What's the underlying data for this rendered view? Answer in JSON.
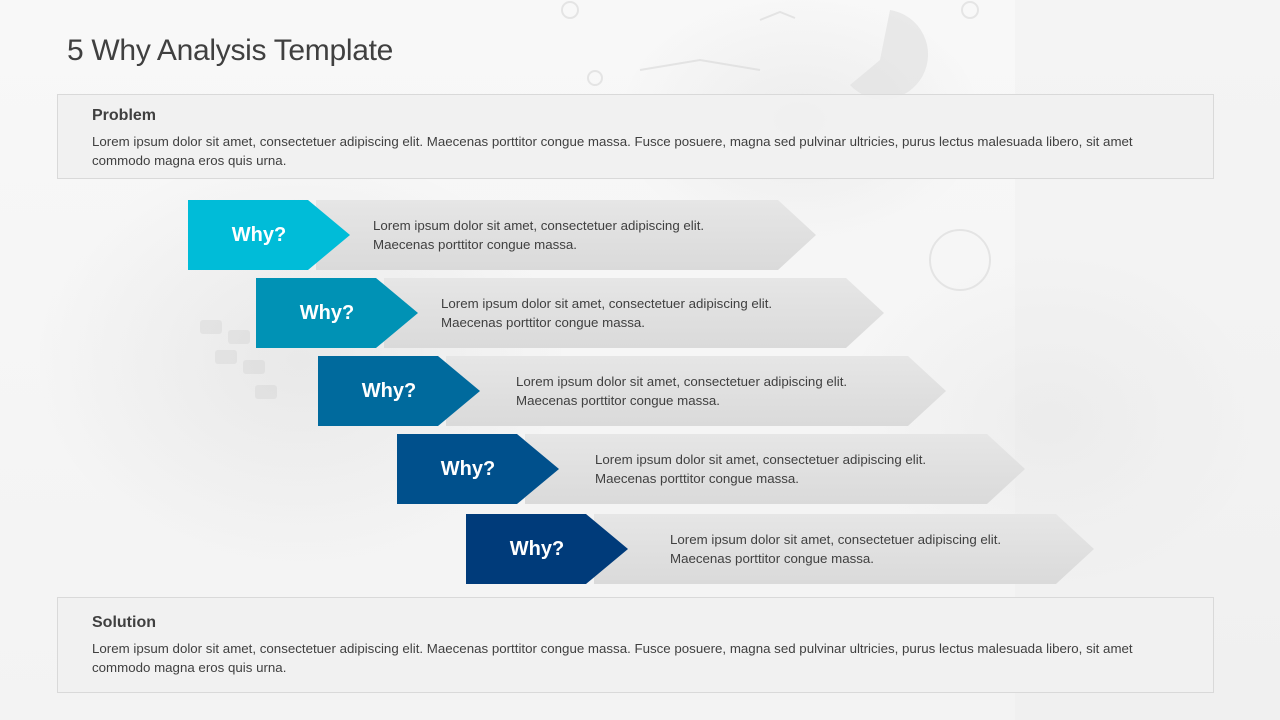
{
  "title": "5 Why Analysis Template",
  "problem": {
    "heading": "Problem",
    "text": "Lorem ipsum dolor sit amet, consectetuer adipiscing elit. Maecenas porttitor congue massa. Fusce posuere, magna sed pulvinar ultricies, purus lectus malesuada libero, sit amet commodo  magna eros quis urna."
  },
  "whys": [
    {
      "label": "Why?",
      "line1": "Lorem ipsum dolor sit amet, consectetuer adipiscing elit.",
      "line2": "Maecenas porttitor  congue massa.",
      "color": "#00bcd8"
    },
    {
      "label": "Why?",
      "line1": "Lorem ipsum dolor sit amet, consectetuer adipiscing elit.",
      "line2": "Maecenas porttitor  congue massa.",
      "color": "#0092b5"
    },
    {
      "label": "Why?",
      "line1": "Lorem ipsum dolor sit amet, consectetuer adipiscing elit.",
      "line2": "Maecenas porttitor  congue massa.",
      "color": "#006a9d"
    },
    {
      "label": "Why?",
      "line1": "Lorem ipsum dolor sit amet, consectetuer adipiscing elit.",
      "line2": "Maecenas porttitor  congue massa.",
      "color": "#00508c"
    },
    {
      "label": "Why?",
      "line1": "Lorem ipsum dolor sit amet, consectetuer adipiscing elit.",
      "line2": "Maecenas porttitor  congue massa.",
      "color": "#003b7a"
    }
  ],
  "solution": {
    "heading": "Solution",
    "text": "Lorem ipsum dolor sit amet, consectetuer adipiscing elit. Maecenas porttitor congue massa. Fusce posuere, magna sed pulvinar ultricies, purus lectus malesuada libero, sit amet commodo  magna eros quis urna."
  }
}
